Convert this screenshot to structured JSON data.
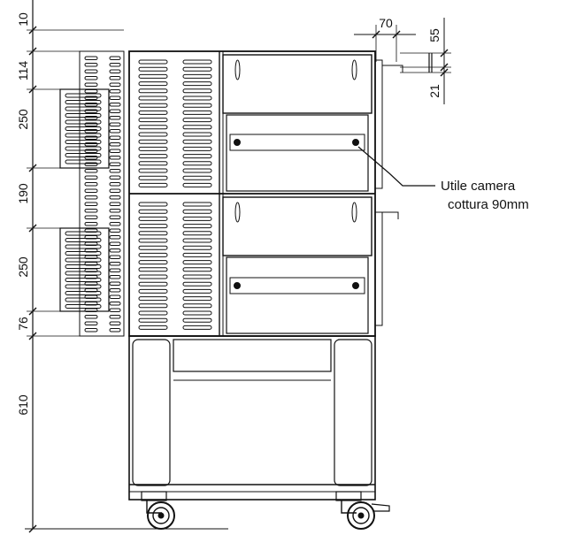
{
  "drawing": {
    "title": "",
    "dimensions": {
      "d10": "10",
      "d114": "114",
      "d250_top": "250",
      "d190": "190",
      "d250_bottom": "250",
      "d76": "76",
      "d610": "610",
      "d70": "70",
      "d55": "55",
      "d21": "21"
    },
    "callout": {
      "line1": "Utile camera",
      "line2": "cottura 90mm"
    }
  }
}
